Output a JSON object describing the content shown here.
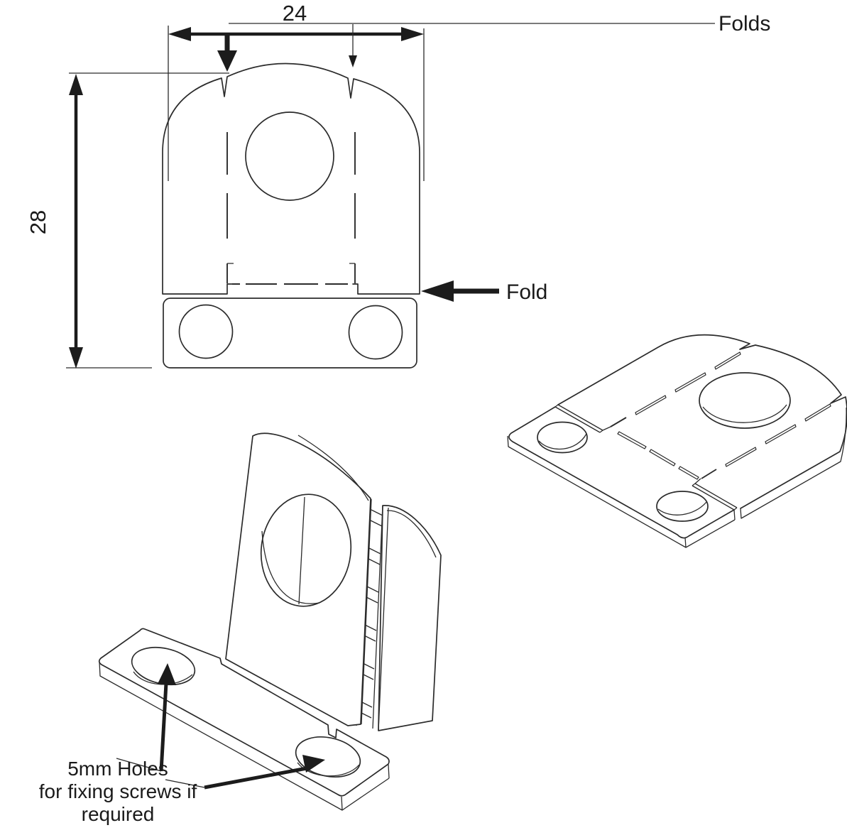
{
  "colors": {
    "line": "#2b2b2b",
    "heavy": "#1c1c1c",
    "background": "#ffffff"
  },
  "flat_view": {
    "width_dim": "24",
    "height_dim": "28",
    "folds_label": "Folds",
    "fold_label": "Fold"
  },
  "annotation": {
    "line1": "5mm Holes",
    "line2": "for fixing screws if",
    "line3": "required"
  }
}
